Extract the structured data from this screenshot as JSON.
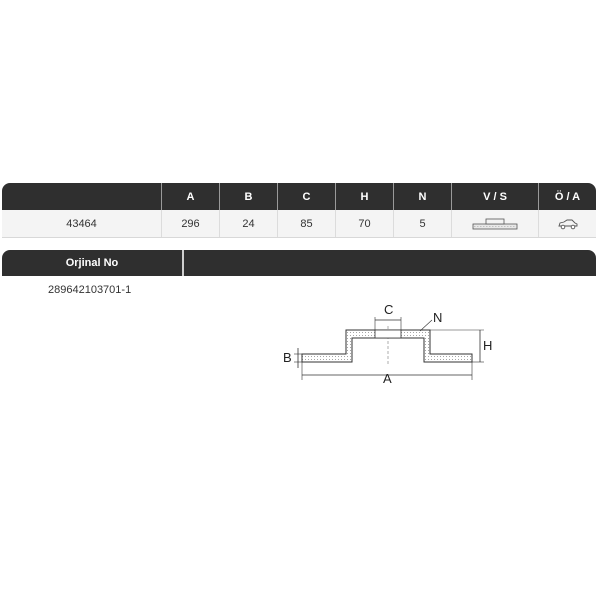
{
  "table": {
    "headers": [
      "",
      "A",
      "B",
      "C",
      "H",
      "N",
      "V / S",
      "Ö / A"
    ],
    "row": {
      "part_no": "43464",
      "A": "296",
      "B": "24",
      "C": "85",
      "H": "70",
      "N": "5",
      "vs_icon": "disc-profile-icon",
      "oa_icon": "car-front-axle-icon"
    }
  },
  "oe": {
    "title": "Orjinal No",
    "number": "289642103701-1"
  },
  "diagram": {
    "labels": {
      "A": "A",
      "B": "B",
      "C": "C",
      "H": "H",
      "N": "N"
    }
  },
  "colors": {
    "header_bg": "#2f2f2f",
    "row_bg": "#f4f4f4",
    "line": "#333333"
  }
}
